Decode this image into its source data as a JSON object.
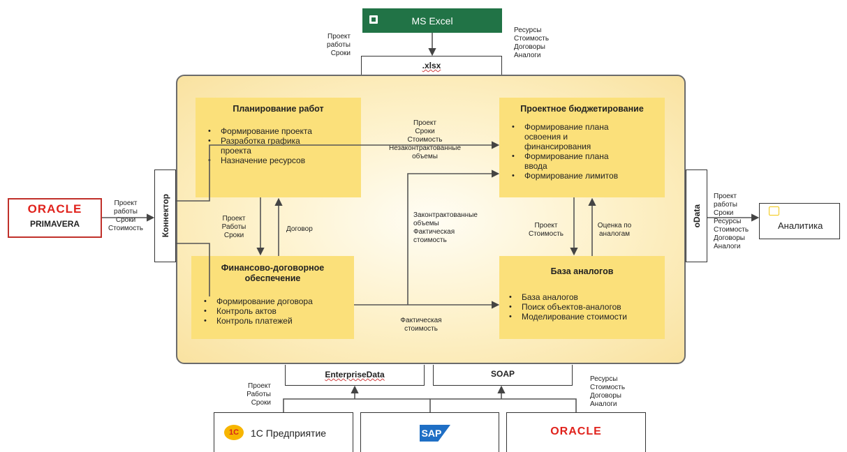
{
  "excel": {
    "title": "MS Excel",
    "format": ".xlsx"
  },
  "labels": {
    "excel_in": "Проект\nработы\nСроки",
    "excel_out": "Ресурсы\nСтоимость\nДоговоры\nАналоги",
    "primavera_in": "Проект\nработы\nСроки\nСтоимость",
    "plan_to_budget": "Проект\nСроки\nСтоимость\nНезаконтрактованные\nобъемы",
    "plan_to_fin": "Проект\nРаботы\nСроки",
    "fin_to_plan": "Договор",
    "contracted": "Законтрактованные\nобъемы\nФактическая\nстоимость",
    "fact_cost": "Фактическая\nстоимость",
    "budget_to_analogs": "Проект\nСтоимость",
    "analogs_to_budget": "Оценка по\nаналогам",
    "analytics_in": "Проект\nработы\nСроки\nРесурсы\nСтоимость\nДоговоры\nАналоги",
    "bottom_left": "Проект\nРаботы\nСроки",
    "bottom_right": "Ресурсы\nСтоимость\nДоговоры\nАналоги"
  },
  "connector": "Коннектор",
  "odata": "oData",
  "enterprise_data": "EnterpriseData",
  "soap": "SOAP",
  "primavera": {
    "brand": "ORACLE",
    "product": "PRIMAVERA"
  },
  "analytics": {
    "title": "Аналитика"
  },
  "modules": {
    "planning": {
      "title": "Планирование работ",
      "items": [
        "Формирование проекта",
        "Разработка графика\nпроекта",
        "Назначение ресурсов"
      ]
    },
    "budgeting": {
      "title": "Проектное бюджетирование",
      "items": [
        "Формирование плана\nосвоения и\nфинансирования",
        "Формирование плана\nввода",
        "Формирование лимитов"
      ]
    },
    "finance": {
      "title": "Финансово-договорное\nобеспечение",
      "items": [
        "Формирование договора",
        "Контроль актов",
        "Контроль платежей"
      ]
    },
    "analogs": {
      "title": "База аналогов",
      "items": [
        "База аналогов",
        "Поиск объектов-аналогов",
        "Моделирование стоимости"
      ]
    }
  },
  "bottom_systems": {
    "onec": {
      "logo": "1С",
      "title": "1С Предприятие"
    },
    "sap": {
      "logo": "SAP"
    },
    "oracle": {
      "logo": "ORACLE"
    }
  },
  "colors": {
    "module": "#fbe07a",
    "excel": "#217346",
    "oracle_red": "#e0221c",
    "sap_blue": "#1f6fc5",
    "arrow": "#444444"
  }
}
